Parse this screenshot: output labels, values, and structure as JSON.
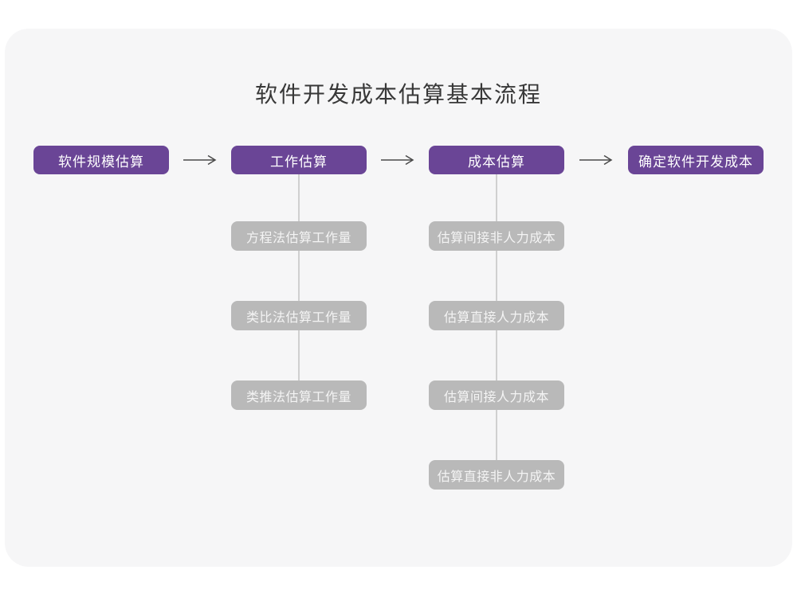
{
  "title": "软件开发成本估算基本流程",
  "colors": {
    "primary": "#6a4596",
    "secondary": "#b9b9b9",
    "connector": "#d0d0d0",
    "arrow": "#4a4a4a",
    "card_background": "#f6f6f7",
    "page_background": "#ffffff",
    "title_text": "#383838"
  },
  "flow": {
    "stages": [
      {
        "label": "软件规模估算",
        "children": []
      },
      {
        "label": "工作估算",
        "children": [
          "方程法估算工作量",
          "类比法估算工作量",
          "类推法估算工作量"
        ]
      },
      {
        "label": "成本估算",
        "children": [
          "估算间接非人力成本",
          "估算直接人力成本",
          "估算间接人力成本",
          "估算直接非人力成本"
        ]
      },
      {
        "label": "确定软件开发成本",
        "children": []
      }
    ]
  }
}
